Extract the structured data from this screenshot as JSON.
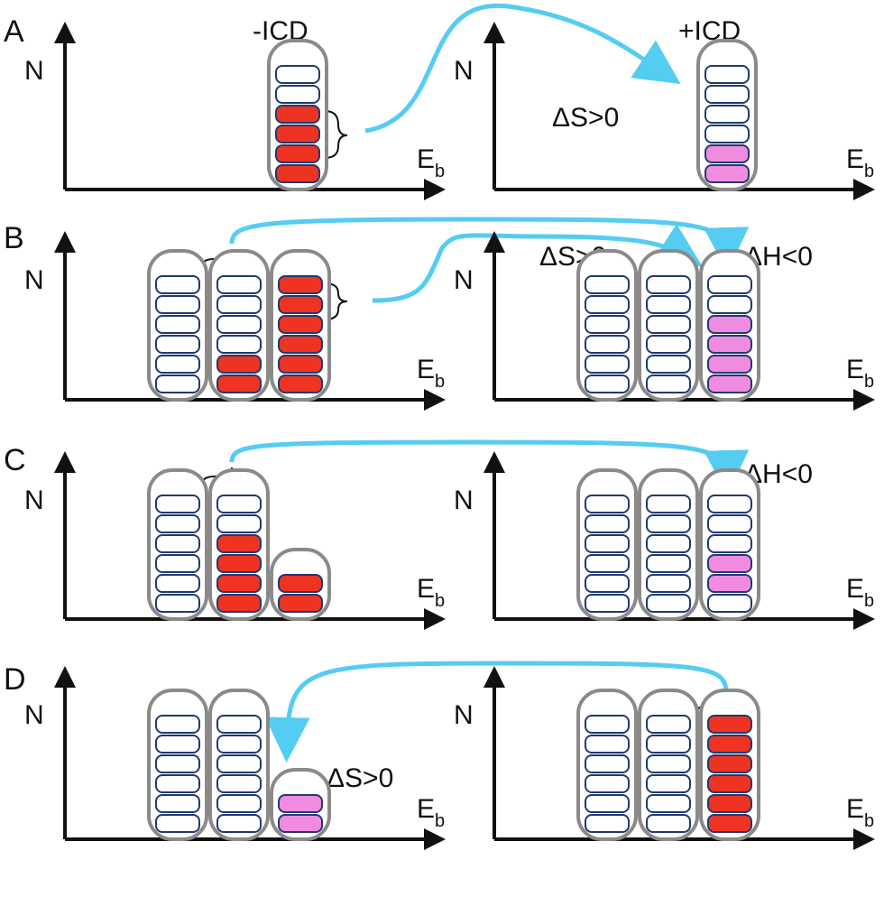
{
  "colors": {
    "column_outline": "#8a8a8a",
    "empty_cell_stroke": "#1f3a6e",
    "filled_red": "#ee3322",
    "filled_pink": "#f08ce0",
    "arrow": "#55ccf2"
  },
  "axis": {
    "y_label": "N",
    "x_label_main": "E",
    "x_label_sub": "b"
  },
  "rows": [
    {
      "label": "A",
      "left": {
        "annotation": "-ICD",
        "columns": [
          {
            "states": [
              "e",
              "e",
              "r",
              "r",
              "r",
              "r"
            ]
          }
        ]
      },
      "right": {
        "annotation": "+ICD",
        "columns": [
          {
            "states": [
              "e",
              "e",
              "e",
              "e",
              "p",
              "p"
            ]
          }
        ]
      },
      "labels": [
        "ΔS>0"
      ]
    },
    {
      "label": "B",
      "left": {
        "columns": [
          {
            "states": [
              "e",
              "e",
              "e",
              "e",
              "e",
              "e"
            ]
          },
          {
            "states": [
              "e",
              "e",
              "e",
              "e",
              "r",
              "r"
            ]
          },
          {
            "states": [
              "r",
              "r",
              "r",
              "r",
              "r",
              "r"
            ]
          }
        ]
      },
      "right": {
        "columns": [
          {
            "states": [
              "e",
              "e",
              "e",
              "e",
              "e",
              "e"
            ]
          },
          {
            "states": [
              "e",
              "e",
              "e",
              "e",
              "e",
              "e"
            ]
          },
          {
            "states": [
              "e",
              "e",
              "p",
              "p",
              "p",
              "p"
            ]
          }
        ]
      },
      "labels": [
        "ΔS>0",
        "ΔH<0"
      ]
    },
    {
      "label": "C",
      "left": {
        "columns": [
          {
            "states": [
              "e",
              "e",
              "e",
              "e",
              "e",
              "e"
            ]
          },
          {
            "states": [
              "e",
              "e",
              "r",
              "r",
              "r",
              "r"
            ]
          },
          {
            "states": [
              "r",
              "r"
            ]
          }
        ]
      },
      "right": {
        "columns": [
          {
            "states": [
              "e",
              "e",
              "e",
              "e",
              "e",
              "e"
            ]
          },
          {
            "states": [
              "e",
              "e",
              "e",
              "e",
              "e",
              "e"
            ]
          },
          {
            "states": [
              "e",
              "e",
              "e",
              "p",
              "p",
              "e"
            ]
          }
        ]
      },
      "labels": [
        "ΔH<0"
      ]
    },
    {
      "label": "D",
      "left": {
        "columns": [
          {
            "states": [
              "e",
              "e",
              "e",
              "e",
              "e",
              "e"
            ]
          },
          {
            "states": [
              "e",
              "e",
              "e",
              "e",
              "e",
              "e"
            ]
          },
          {
            "states": [
              "p",
              "p"
            ]
          }
        ]
      },
      "right": {
        "columns": [
          {
            "states": [
              "e",
              "e",
              "e",
              "e",
              "e",
              "e"
            ]
          },
          {
            "states": [
              "e",
              "e",
              "e",
              "e",
              "e",
              "e"
            ]
          },
          {
            "states": [
              "r",
              "r",
              "r",
              "r",
              "r",
              "r"
            ]
          }
        ]
      },
      "labels": [
        "ΔS>0"
      ]
    }
  ]
}
